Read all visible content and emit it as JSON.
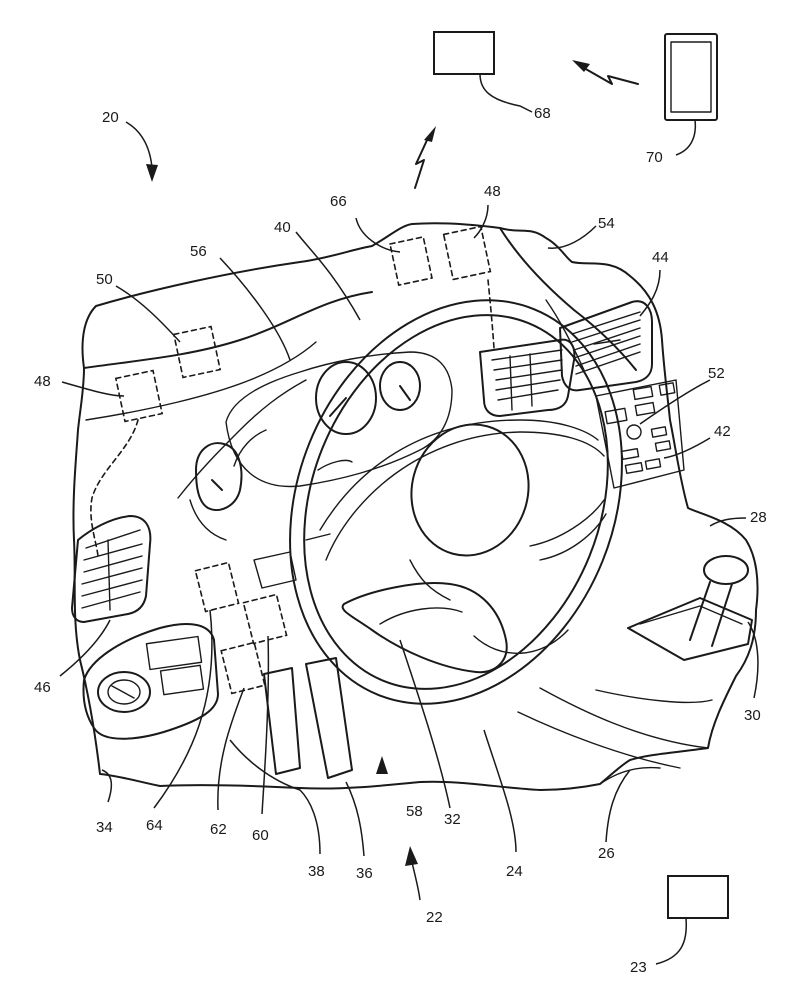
{
  "labels": {
    "l20": "20",
    "l68": "68",
    "l70": "70",
    "l66": "66",
    "l48a": "48",
    "l54": "54",
    "l40": "40",
    "l56": "56",
    "l44": "44",
    "l50": "50",
    "l52": "52",
    "l48b": "48",
    "l42": "42",
    "l28": "28",
    "l46": "46",
    "l30": "30",
    "l34": "34",
    "l64": "64",
    "l62": "62",
    "l60": "60",
    "l58": "58",
    "l32": "32",
    "l38": "38",
    "l36": "36",
    "l24": "24",
    "l26": "26",
    "l22": "22",
    "l23": "23"
  }
}
